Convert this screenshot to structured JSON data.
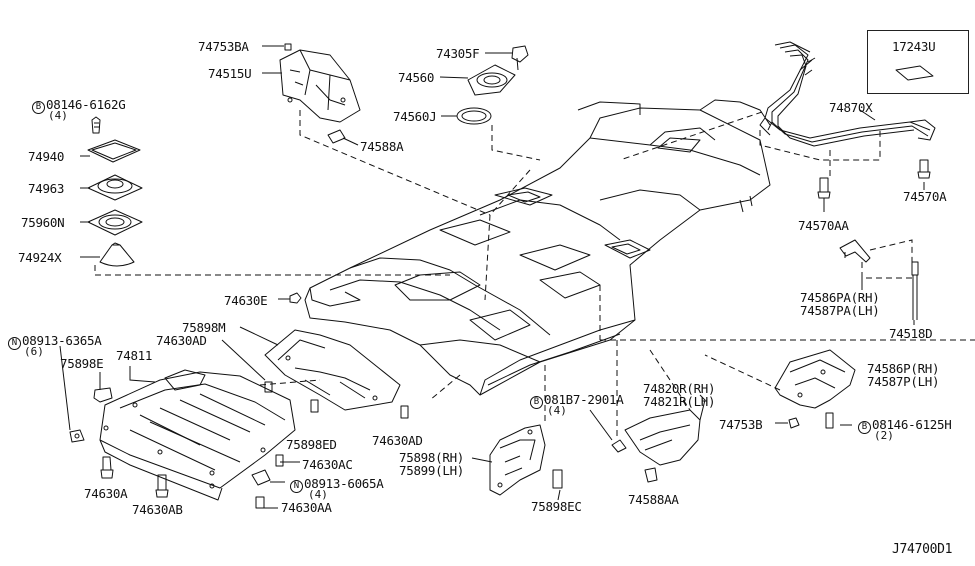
{
  "diagram_id": "J74700D1",
  "inset_part": "17243U",
  "parts": {
    "p74753BA": "74753BA",
    "p74515U": "74515U",
    "p74305F": "74305F",
    "p74560": "74560",
    "p74560J": "74560J",
    "p74588A": "74588A",
    "p74870X": "74870X",
    "p74570A": "74570A",
    "p74570AA": "74570AA",
    "p74940": "74940",
    "p74963": "74963",
    "p75960N": "75960N",
    "p74924X": "74924X",
    "p74630E": "74630E",
    "p75898M": "75898M",
    "p74630AD_1": "74630AD",
    "p75898E": "75898E",
    "p74811": "74811",
    "p75898ED": "75898ED",
    "p74630AD_2": "74630AD",
    "p74630AC": "74630AC",
    "p74630A": "74630A",
    "p74630AB": "74630AB",
    "p74630AA": "74630AA",
    "p75898_rh": "75898(RH)",
    "p75899_lh": "75899(LH)",
    "p75898EC": "75898EC",
    "p74820R": "74820R(RH)",
    "p74821R": "74821R(LH)",
    "p74588AA": "74588AA",
    "p74753B": "74753B",
    "p74586PA": "74586PA(RH)",
    "p74587PA": "74587PA(LH)",
    "p74518D": "74518D",
    "p74586P": "74586P(RH)",
    "p74587P": "74587P(LH)"
  },
  "callouts": {
    "b_08146_6162G": {
      "symbol": "B",
      "code": "08146-6162G",
      "qty": "(4)"
    },
    "n_08913_6365A": {
      "symbol": "N",
      "code": "08913-6365A",
      "qty": "(6)"
    },
    "n_08913_6065A": {
      "symbol": "N",
      "code": "08913-6065A",
      "qty": "(4)"
    },
    "b_081B7_2901A": {
      "symbol": "B",
      "code": "081B7-2901A",
      "qty": "(4)"
    },
    "b_08146_6125H": {
      "symbol": "B",
      "code": "08146-6125H",
      "qty": "(2)"
    }
  }
}
